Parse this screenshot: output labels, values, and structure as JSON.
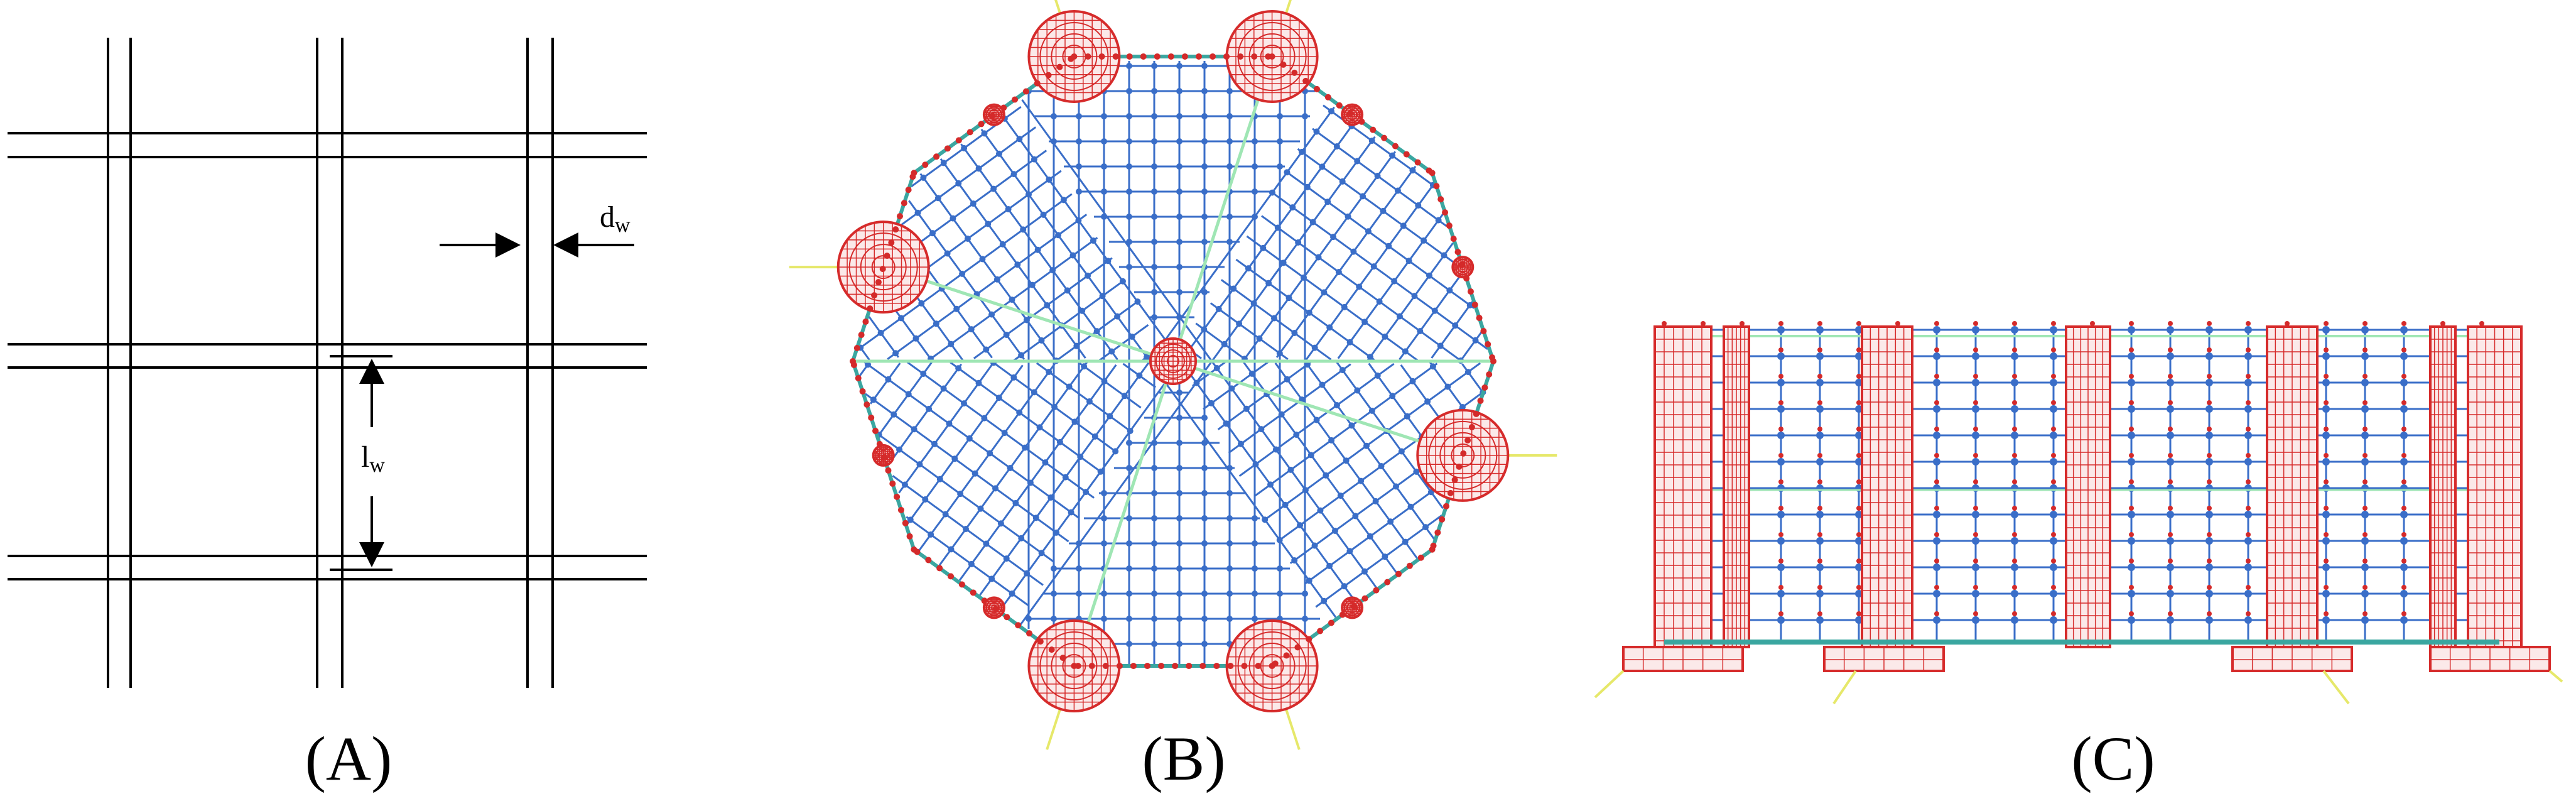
{
  "panels": [
    {
      "id": "A",
      "label": "(A)"
    },
    {
      "id": "B",
      "label": "(B)"
    },
    {
      "id": "C",
      "label": "(C)"
    }
  ],
  "annotations": {
    "dw_main": "d",
    "dw_sub": "w",
    "lw_main": "l",
    "lw_sub": "w"
  },
  "colors": {
    "line": "#000000",
    "mesh_blue": "#3a6ec8",
    "node_red": "#d42a2a",
    "shell_red": "#d62b2b",
    "edge_teal": "#3aa6a0",
    "spoke_green": "#9fe6b4",
    "support_yellow": "#e6e86a"
  }
}
